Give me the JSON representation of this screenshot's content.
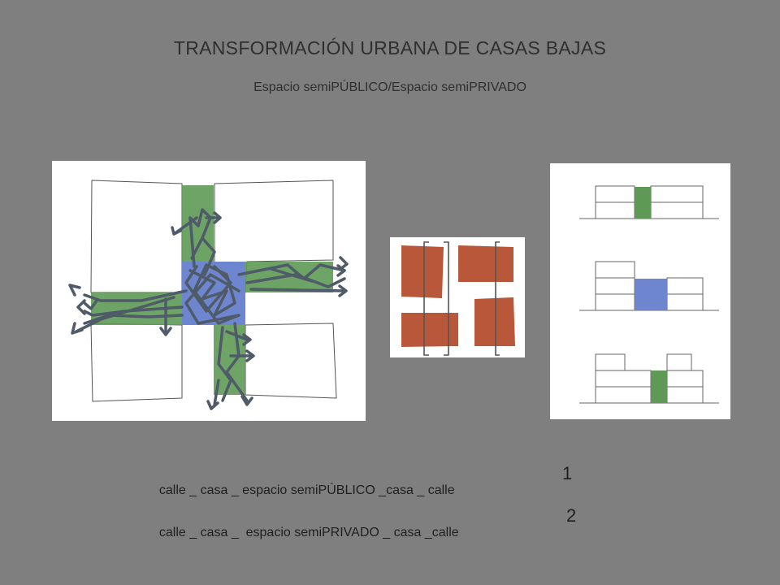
{
  "title": "TRANSFORMACIÓN URBANA DE CASAS BAJAS",
  "subtitle": "Espacio semiPÚBLICO/Espacio semiPRIVADO",
  "sequences": [
    {
      "text": "calle _ casa _ espacio semiPÚBLICO _casa _ calle",
      "number": "1"
    },
    {
      "text": "calle _ casa _  espacio semiPRIVADO _ casa _calle",
      "number": "2"
    }
  ],
  "colors": {
    "background": "#7f7f7f",
    "semi_public_green": "#5e9a55",
    "semi_private_blue": "#6e86cf",
    "arrows": "#4f5b68",
    "blocks_brick": "#b8573a"
  }
}
